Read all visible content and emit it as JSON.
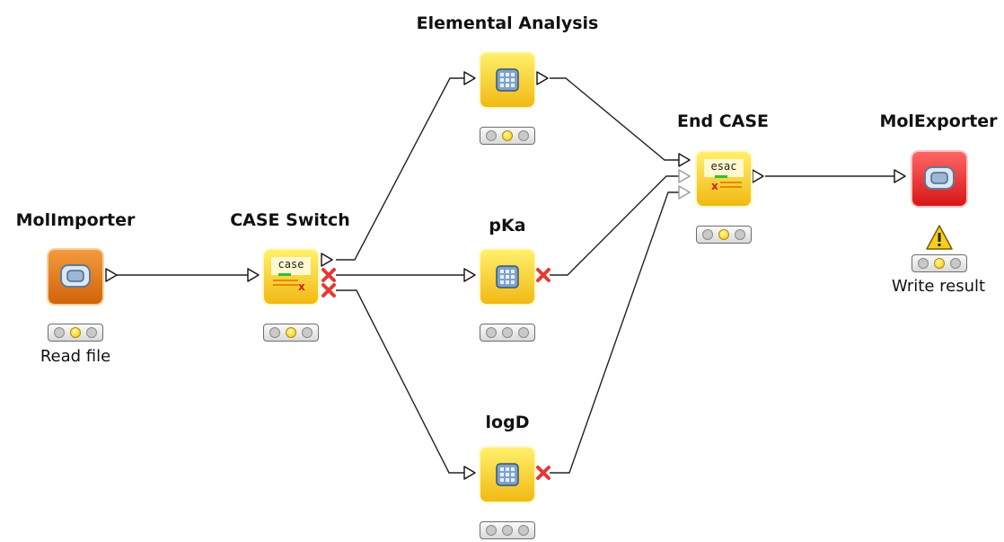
{
  "workflow": {
    "nodes": [
      {
        "id": "molimporter",
        "title": "MolImporter",
        "caption": "Read file",
        "icon": "molecule-icon",
        "color": "orange",
        "status": "configured"
      },
      {
        "id": "case-switch",
        "title": "CASE Switch",
        "caption": "",
        "icon": "case-switch-icon",
        "icon_text": "case",
        "color": "yellow",
        "status": "configured"
      },
      {
        "id": "elemental-analysis",
        "title": "Elemental Analysis",
        "caption": "",
        "icon": "table-grid-icon",
        "color": "yellow",
        "status": "configured"
      },
      {
        "id": "pka",
        "title": "pKa",
        "caption": "",
        "icon": "table-grid-icon",
        "color": "yellow",
        "status": "inactive"
      },
      {
        "id": "logd",
        "title": "logD",
        "caption": "",
        "icon": "table-grid-icon",
        "color": "yellow",
        "status": "inactive"
      },
      {
        "id": "end-case",
        "title": "End CASE",
        "caption": "",
        "icon": "end-case-icon",
        "icon_text": "esac",
        "color": "yellow",
        "status": "configured"
      },
      {
        "id": "molexporter",
        "title": "MolExporter",
        "caption": "Write result",
        "icon": "molecule-icon",
        "color": "red",
        "status": "configured",
        "warning": true
      }
    ],
    "connections": [
      {
        "from": "molimporter",
        "to": "case-switch",
        "active": true
      },
      {
        "from": "case-switch",
        "to": "elemental-analysis",
        "active": true
      },
      {
        "from": "case-switch",
        "to": "pka",
        "active": false
      },
      {
        "from": "case-switch",
        "to": "logd",
        "active": false
      },
      {
        "from": "elemental-analysis",
        "to": "end-case",
        "active": true
      },
      {
        "from": "pka",
        "to": "end-case",
        "active": false
      },
      {
        "from": "logd",
        "to": "end-case",
        "active": false
      },
      {
        "from": "end-case",
        "to": "molexporter",
        "active": true
      }
    ]
  },
  "colors": {
    "orange_node": "#e0781f",
    "yellow_node": "#f7d02e",
    "red_node": "#e82222",
    "inactive_port": "#e53935",
    "status_light_on": "#f4c500",
    "warning": "#f5c400"
  }
}
